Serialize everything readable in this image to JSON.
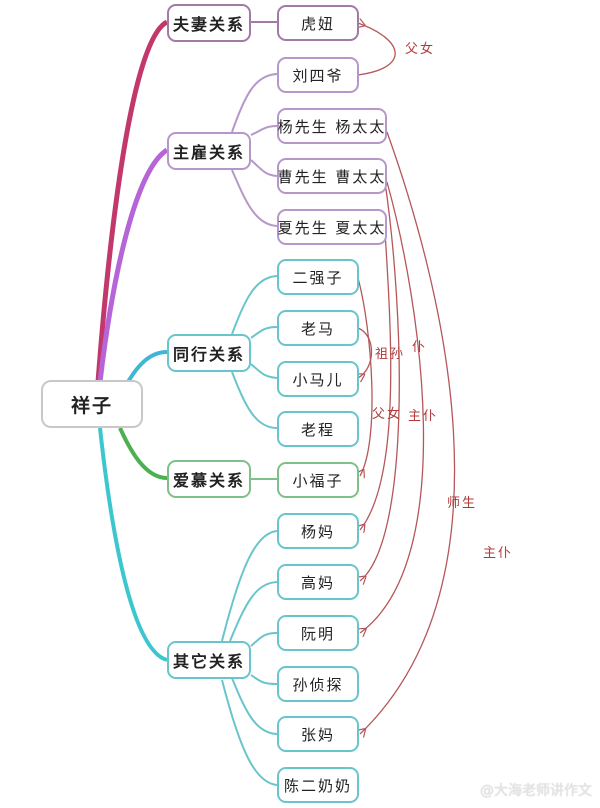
{
  "root": {
    "label": "祥子"
  },
  "categories": [
    {
      "id": "spouse",
      "label": "夫妻关系",
      "color": "#c2386b",
      "members": [
        "虎妞"
      ]
    },
    {
      "id": "employer",
      "label": "主雇关系",
      "color": "#b565d8",
      "members": [
        "刘四爷",
        "杨先生 杨太太",
        "曹先生 曹太太",
        "夏先生 夏太太"
      ]
    },
    {
      "id": "peer",
      "label": "同行关系",
      "color": "#3fb6d6",
      "members": [
        "二强子",
        "老马",
        "小马儿",
        "老程"
      ]
    },
    {
      "id": "love",
      "label": "爱慕关系",
      "color": "#4caf50",
      "members": [
        "小福子"
      ]
    },
    {
      "id": "other",
      "label": "其它关系",
      "color": "#3cc7cf",
      "members": [
        "杨妈",
        "高妈",
        "阮明",
        "孙侦探",
        "张妈",
        "陈二奶奶"
      ]
    }
  ],
  "relations": [
    {
      "from": "刘四爷",
      "to": "虎妞",
      "label": "父女"
    },
    {
      "from": "老马",
      "to": "小马儿",
      "label": "祖孙"
    },
    {
      "from": "二强子",
      "to": "小福子",
      "label": "父女"
    },
    {
      "from": "夏先生 夏太太",
      "to": "杨妈",
      "label": "主仆"
    },
    {
      "from": "曹先生 曹太太",
      "to": "高妈",
      "label": "主仆"
    },
    {
      "from": "曹先生 曹太太",
      "to": "阮明",
      "label": "师生"
    },
    {
      "from": "杨先生 杨太太",
      "to": "张妈",
      "label": "主仆"
    }
  ],
  "relation_labels": {
    "father_daughter_top": "父女",
    "grandfather_grandson": "祖孙",
    "servant_overlap": "仆",
    "father_daughter_mid": "父女",
    "master_servant_mid": "主仆",
    "teacher_student": "师生",
    "master_servant_low": "主仆"
  },
  "watermark": "@大海老师讲作文",
  "colors": {
    "relation_arrow": "#b5575a"
  }
}
